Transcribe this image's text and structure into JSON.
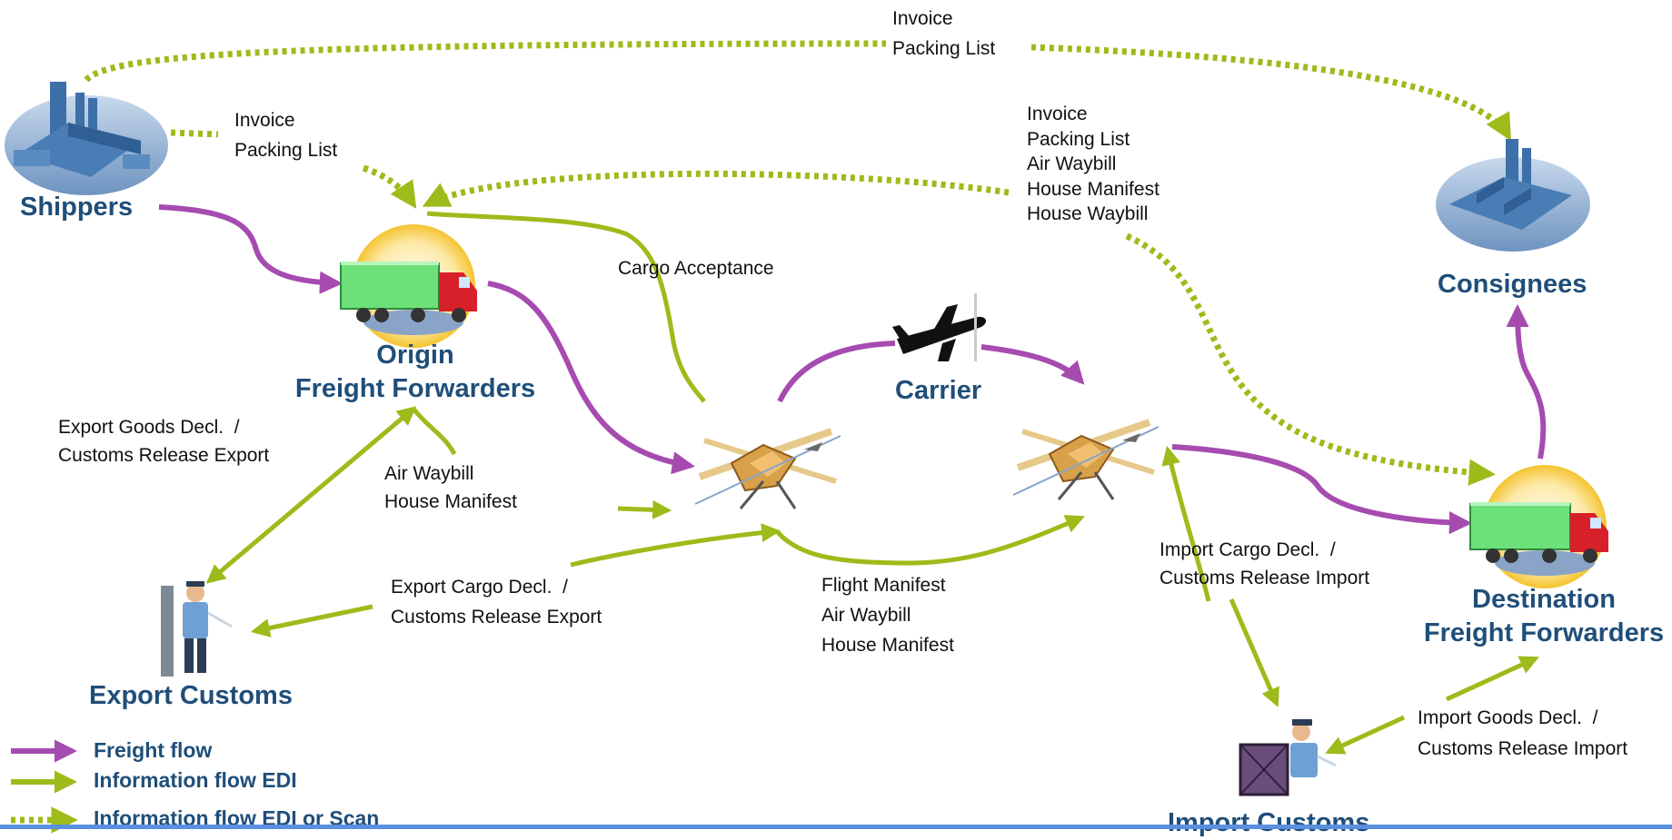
{
  "nodes": {
    "shippers": "Shippers",
    "origin_ff": "Origin\nFreight Forwarders",
    "carrier": "Carrier",
    "consignees": "Consignees",
    "destination_ff": "Destination\nFreight Forwarders",
    "export_customs": "Export Customs",
    "import_customs": "Import Customs"
  },
  "flow_labels": {
    "top_invoice": "Invoice\nPacking List",
    "shipper_invoice": "Invoice\nPacking List",
    "carrier_docs": "Invoice\nPacking List\nAir Waybill\nHouse Manifest\nHouse Waybill",
    "cargo_acceptance": "Cargo Acceptance",
    "export_goods": "Export Goods Decl.  /\nCustoms Release Export",
    "air_waybill": "Air Waybill\nHouse Manifest",
    "export_cargo": "Export Cargo Decl.  /\nCustoms Release Export",
    "flight_manifest": "Flight Manifest\nAir Waybill\nHouse Manifest",
    "import_cargo": "Import Cargo Decl.  /\nCustoms Release Import",
    "import_goods": "Import Goods Decl.  /\nCustoms Release Import"
  },
  "legend": {
    "freight": "Freight flow",
    "edi": "Information flow EDI",
    "edi_scan": "Information flow EDI or Scan"
  },
  "colors": {
    "freight": "#a64bb0",
    "information": "#9dbb1a",
    "label": "#1f4e79",
    "rule": "#5b8fe0"
  },
  "icons": {
    "shippers": "factory-icon",
    "consignees": "factory-icon",
    "origin_ff": "truck-icon",
    "destination_ff": "truck-icon",
    "carrier": "airplane-icon",
    "origin_airport": "airport-icon",
    "destination_airport": "airport-icon",
    "export_customs": "customs-officer-icon",
    "import_customs": "customs-inspector-icon"
  }
}
